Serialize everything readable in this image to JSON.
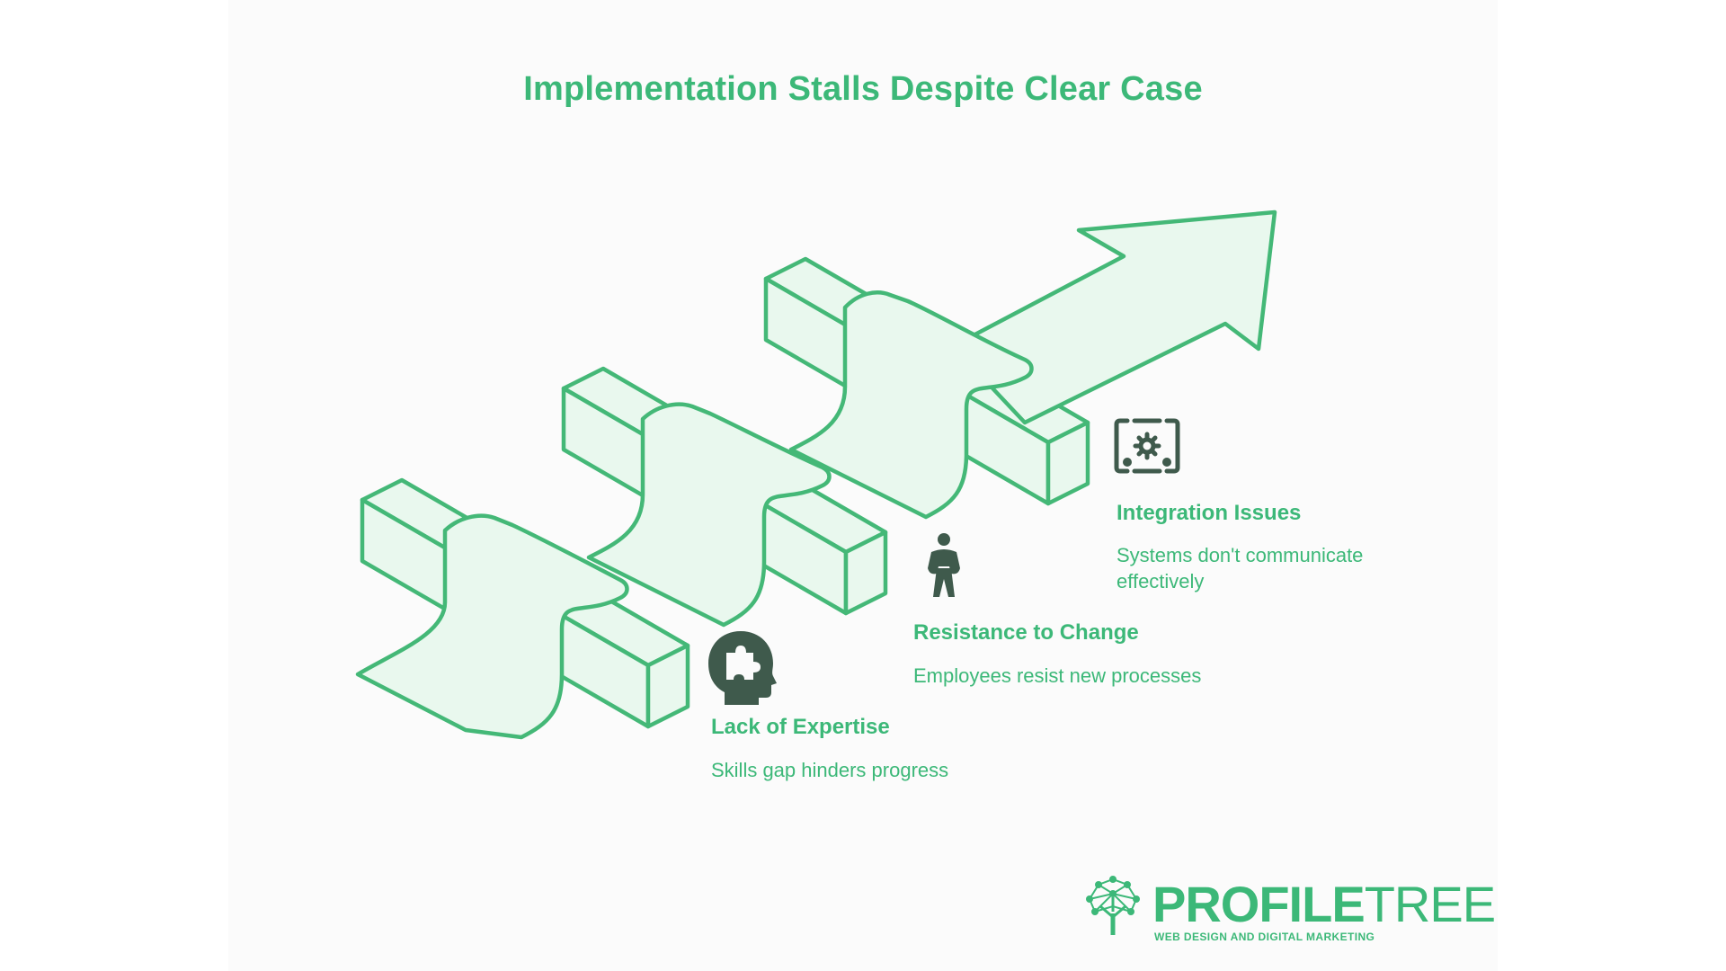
{
  "header": {
    "title": "Implementation Stalls Despite Clear Case"
  },
  "steps": [
    {
      "title": "Lack of Expertise",
      "description": "Skills gap hinders progress",
      "icon": "head-puzzle-icon"
    },
    {
      "title": "Resistance to Change",
      "description": "Employees resist new processes",
      "icon": "resisting-person-icon"
    },
    {
      "title": "Integration Issues",
      "description": "Systems don't communicate effectively",
      "icon": "integration-gear-icon"
    }
  ],
  "logo": {
    "name_bold": "PROFILE",
    "name_light": "TREE",
    "tagline": "WEB DESIGN AND DIGITAL MARKETING",
    "icon": "tree-network-icon"
  },
  "colors": {
    "accent": "#3cb878",
    "accent_stroke": "#44b877",
    "fill": "#e9f8ee",
    "icon": "#3f5a4c"
  }
}
